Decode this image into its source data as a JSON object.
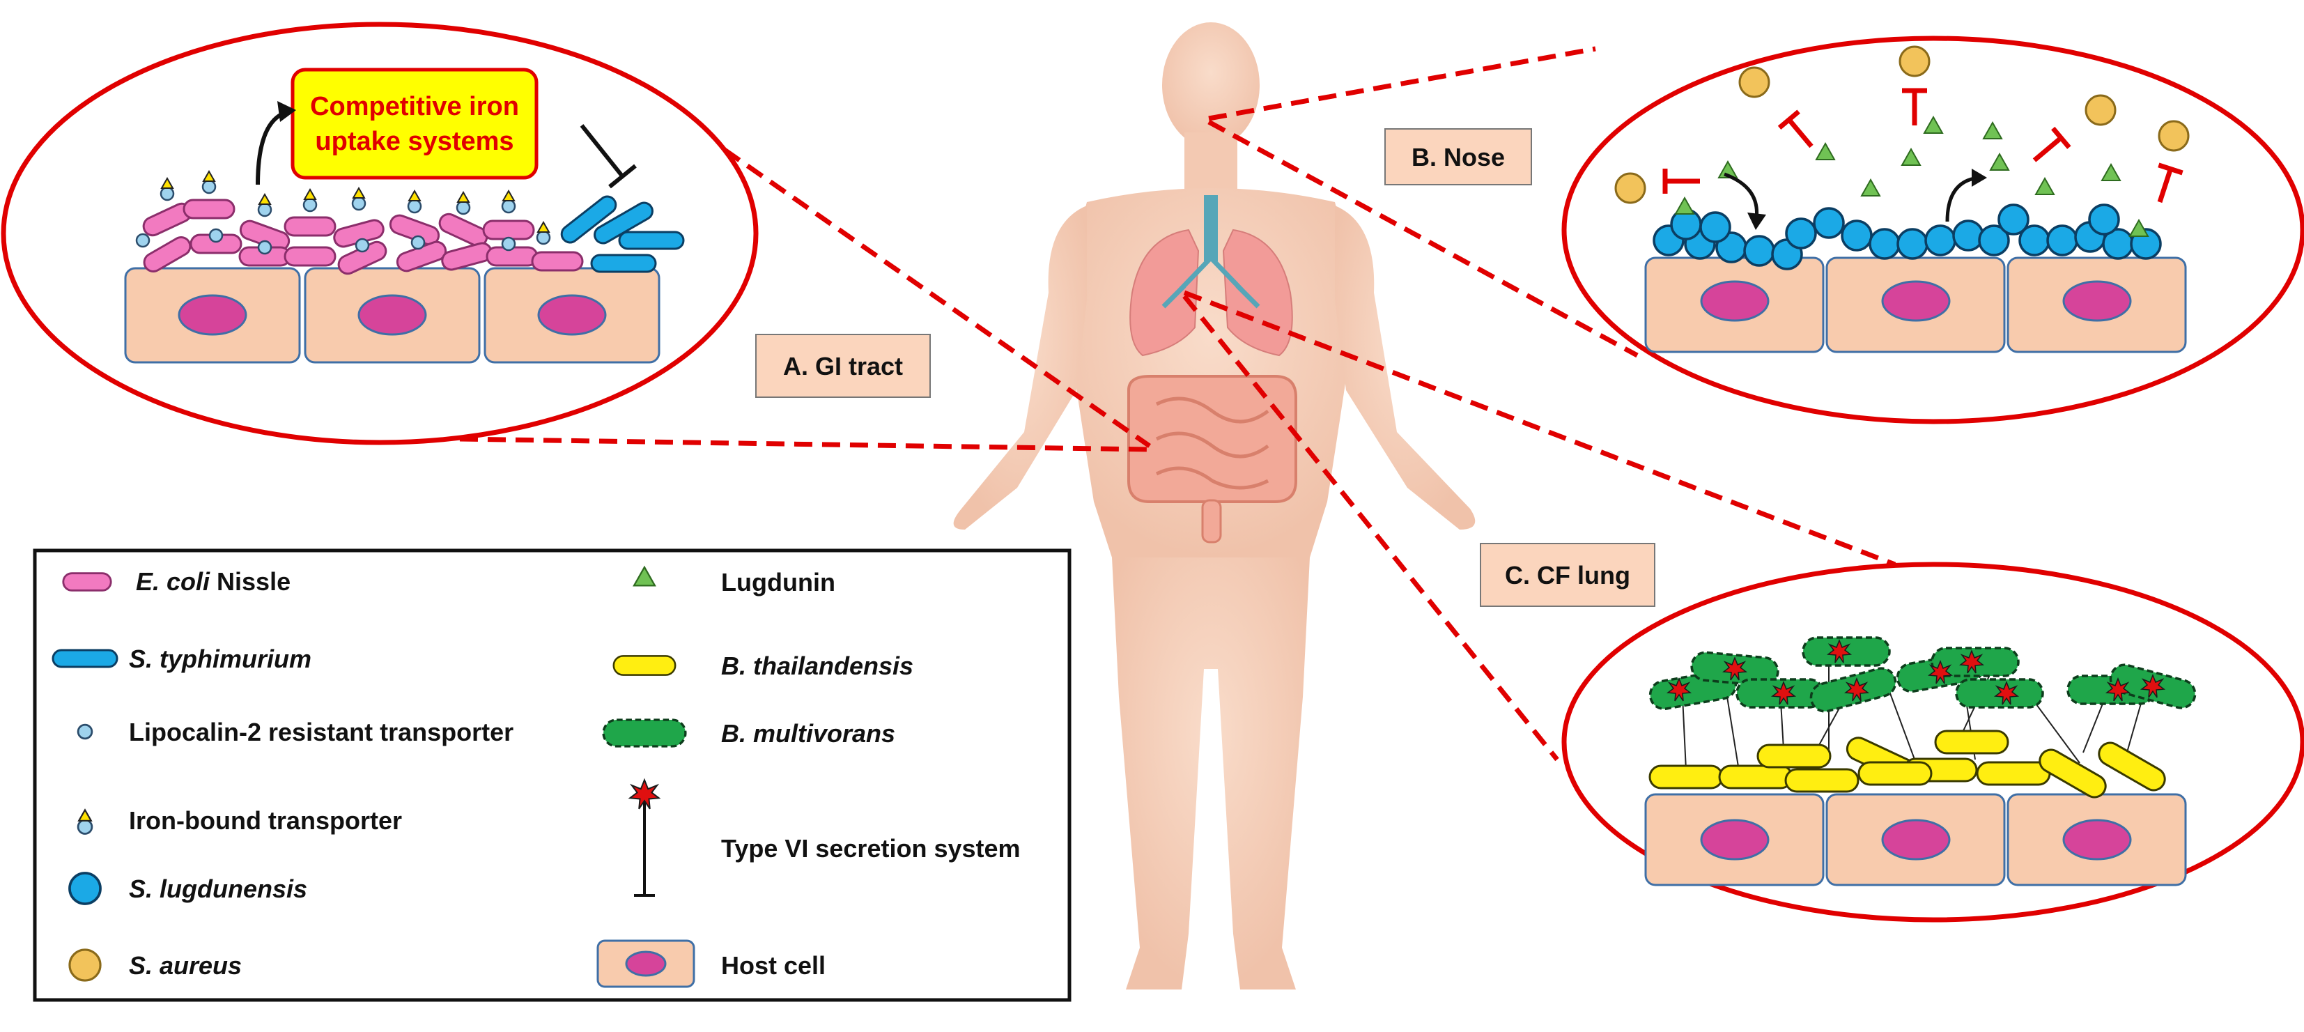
{
  "panels": {
    "gi": {
      "label": "A. GI tract",
      "callout": {
        "line1": "Competitive iron",
        "line2": "uptake systems"
      }
    },
    "nose": {
      "label": "B. Nose"
    },
    "lung": {
      "label": "C. CF lung"
    }
  },
  "legend": {
    "items": [
      {
        "name_italic": "E. coli",
        "name_rest": " Nissle",
        "icon": "ecoli-nissle-rod-icon"
      },
      {
        "name_italic": "S. typhimurium",
        "name_rest": "",
        "icon": "typhimurium-rod-icon"
      },
      {
        "name_italic": "",
        "name_rest": "Lipocalin-2 resistant transporter",
        "icon": "transporter-dot-icon"
      },
      {
        "name_italic": "",
        "name_rest": "Iron-bound transporter",
        "icon": "iron-bound-transporter-icon"
      },
      {
        "name_italic": "S. lugdunensis",
        "name_rest": "",
        "icon": "lugdunensis-coccus-icon"
      },
      {
        "name_italic": "S. aureus",
        "name_rest": "",
        "icon": "aureus-coccus-icon"
      },
      {
        "name_italic": "",
        "name_rest": "Lugdunin",
        "icon": "lugdunin-triangle-icon"
      },
      {
        "name_italic": "B. thailandensis",
        "name_rest": "",
        "icon": "thailandensis-rod-icon"
      },
      {
        "name_italic": "B. multivorans",
        "name_rest": "",
        "icon": "multivorans-rod-icon"
      },
      {
        "name_italic": "",
        "name_rest": "Type VI secretion system",
        "icon": "t6ss-icon"
      },
      {
        "name_italic": "",
        "name_rest": "Host cell",
        "icon": "host-cell-icon"
      }
    ]
  },
  "colors": {
    "ring_red": "#e00000",
    "host_cell_fill": "#f8cbad",
    "nucleus": "#d6449a",
    "ecoli_pink": "#f27ac0",
    "typhimurium_blue": "#1ba9e6",
    "lugdunensis_blue": "#1ba9e6",
    "aureus_gold": "#f2c35b",
    "lugdunin_green": "#70c254",
    "thailandensis_yellow": "#ffee11",
    "multivorans_green": "#1fa64a",
    "callout_yellow": "#ffff00",
    "body_skin": "#f6d2be"
  }
}
